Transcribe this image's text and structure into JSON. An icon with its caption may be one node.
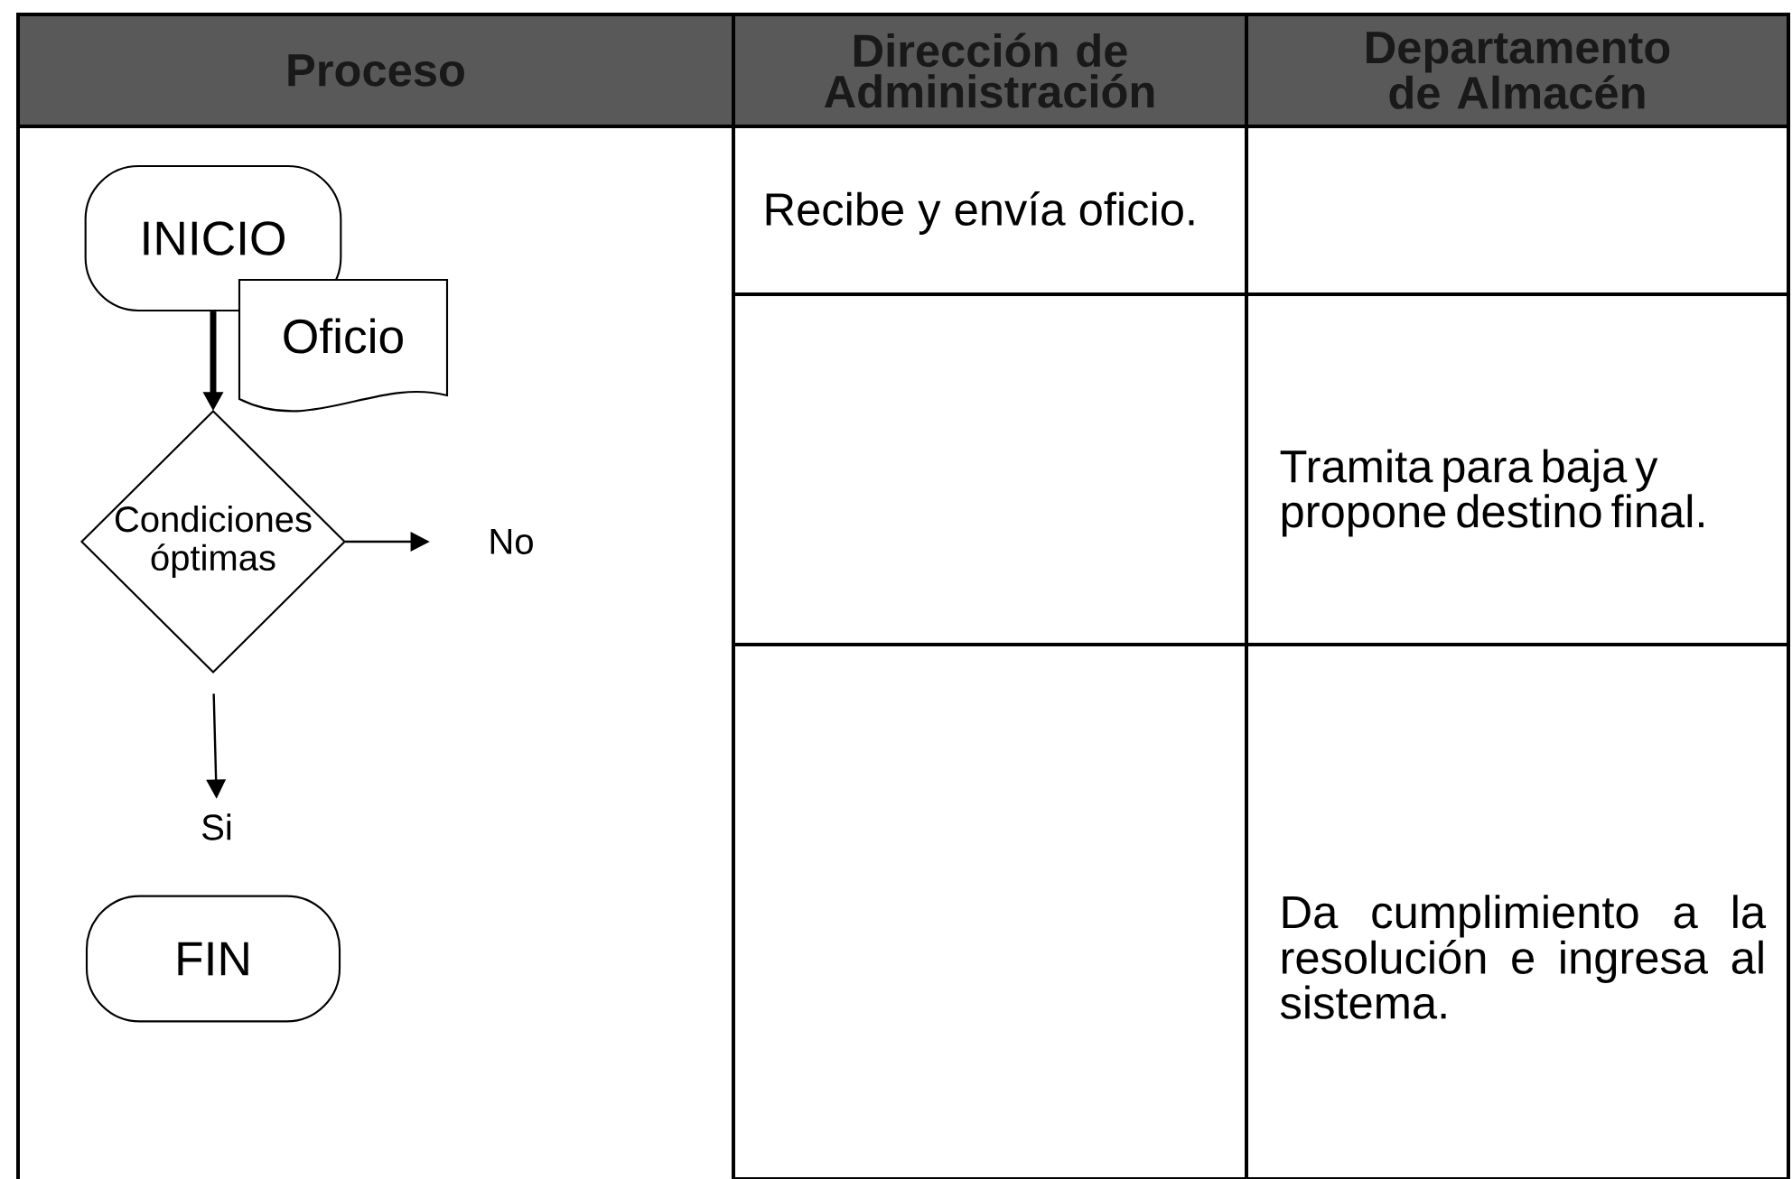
{
  "diagram": {
    "nodes": [
      {
        "text": [
          "INICIO"
        ]
      },
      {
        "text": [
          "Oficio"
        ]
      },
      {
        "text": [
          "Condiciones óptimas"
        ]
      },
      {
        "text": [
          "No"
        ]
      },
      {
        "text": [
          "Si"
        ]
      },
      {
        "text": [
          "FIN"
        ]
      }
    ],
    "edges": [
      {
        "from": 0,
        "to": 2,
        "arrow": "to",
        "style": "thick"
      },
      {
        "from": 2,
        "to": 3,
        "arrow": "to"
      },
      {
        "from": 2,
        "to": 4,
        "arrow": "to"
      }
    ],
    "labels": [
      "Proceso",
      "Dirección de Administración",
      "Departamento de Almacén",
      "Recibe y envía oficio.",
      "Tramita para baja y propone destino final.",
      "Da cumplimiento a la resolución e ingresa al sistema."
    ]
  }
}
